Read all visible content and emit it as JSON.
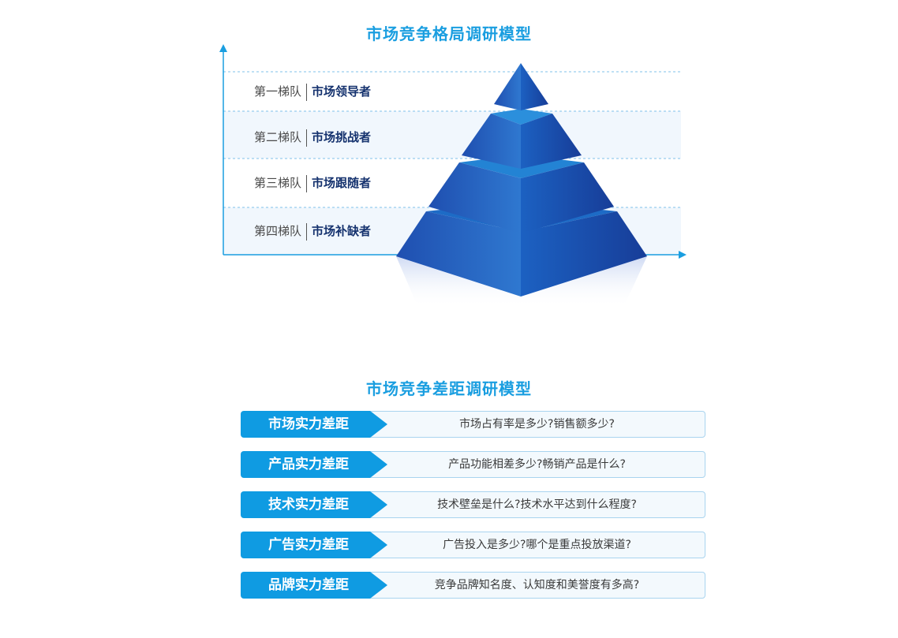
{
  "pyramid_title": "市场竞争格局调研模型",
  "tiers": [
    {
      "rank": "第一梯队",
      "role": "市场领导者"
    },
    {
      "rank": "第二梯队",
      "role": "市场挑战者"
    },
    {
      "rank": "第三梯队",
      "role": "市场跟随者"
    },
    {
      "rank": "第四梯队",
      "role": "市场补缺者"
    }
  ],
  "gap_title": "市场竞争差距调研模型",
  "gaps": [
    {
      "label": "市场实力差距",
      "question": "市场占有率是多少?销售额多少?"
    },
    {
      "label": "产品实力差距",
      "question": "产品功能相差多少?畅销产品是什么?"
    },
    {
      "label": "技术实力差距",
      "question": "技术壁垒是什么?技术水平达到什么程度?"
    },
    {
      "label": "广告实力差距",
      "question": "广告投入是多少?哪个是重点投放渠道?"
    },
    {
      "label": "品牌实力差距",
      "question": "竞争品牌知名度、认知度和美誉度有多高?"
    }
  ],
  "colors": {
    "title": "#1a9ee0",
    "accent": "#0f9be2",
    "pyramid_dark": "#1b3f9e",
    "pyramid_light": "#2a8fd6"
  }
}
